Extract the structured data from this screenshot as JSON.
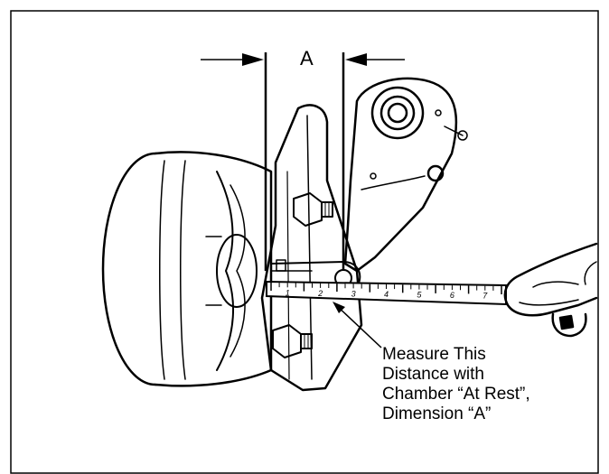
{
  "dimension_label": "A",
  "callout": {
    "lines": [
      "Measure This",
      "Distance with",
      "Chamber “At Rest”,",
      "Dimension “A”"
    ]
  },
  "tape_scale": [
    "1",
    "2",
    "3",
    "4",
    "5",
    "6",
    "7"
  ]
}
